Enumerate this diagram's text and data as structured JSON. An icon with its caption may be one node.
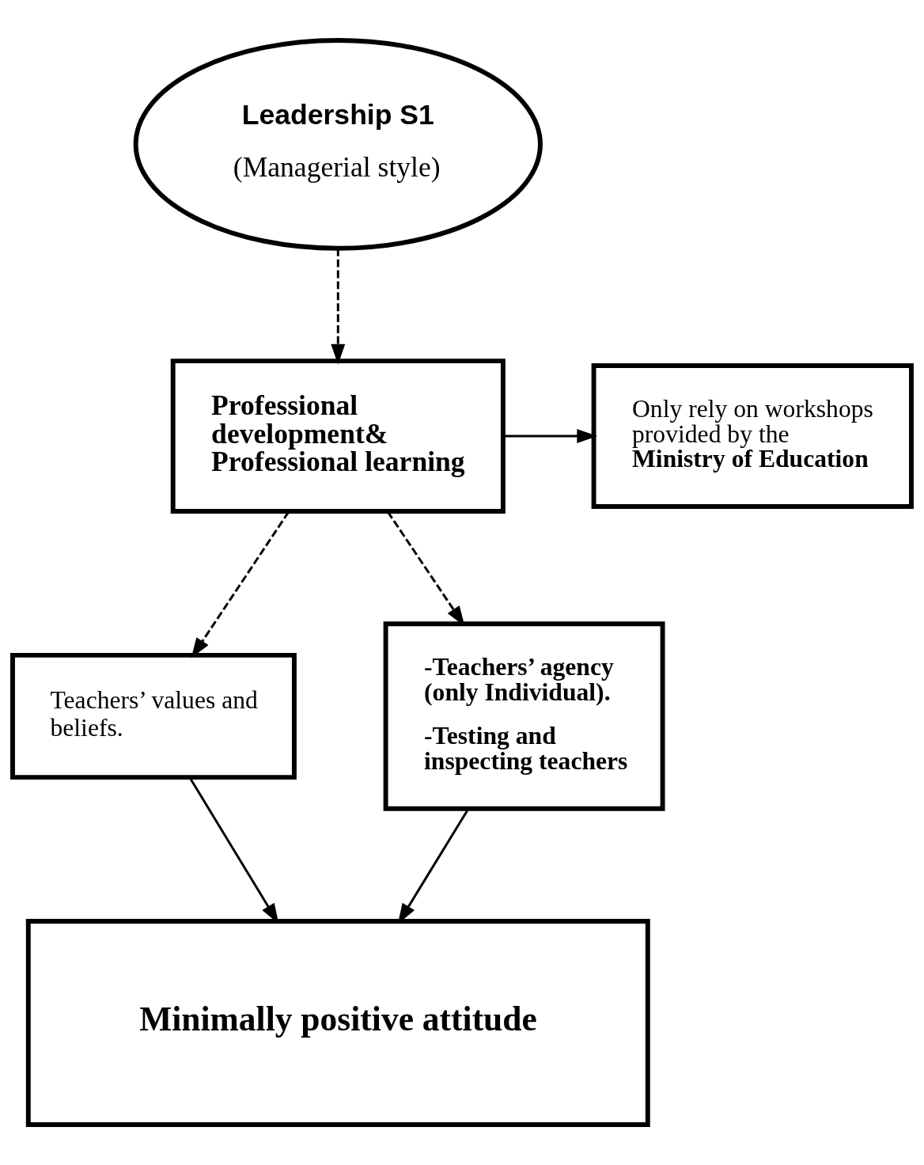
{
  "diagram": {
    "nodes": [
      {
        "text": [
          "Leadership S1",
          "(Managerial style)"
        ]
      },
      {
        "text": [
          "Professional development& Professional learning"
        ]
      },
      {
        "text": [
          "Only rely on workshops provided by the **Ministry of Education**"
        ]
      },
      {
        "text": [
          "Teachers’ values and beliefs."
        ]
      },
      {
        "text": [
          "-Teachers’ agency (only Individual).",
          "-Testing and inspecting teachers"
        ]
      },
      {
        "text": [
          "Minimally positive attitude"
        ]
      }
    ],
    "edges": [
      {
        "from": 0,
        "to": 1,
        "arrow": "to",
        "style": "dashed"
      },
      {
        "from": 1,
        "to": 2,
        "arrow": "to"
      },
      {
        "from": 1,
        "to": 3,
        "arrow": "to",
        "style": "dashed"
      },
      {
        "from": 1,
        "to": 4,
        "arrow": "to",
        "style": "dashed"
      },
      {
        "from": 3,
        "to": 5,
        "arrow": "to"
      },
      {
        "from": 4,
        "to": 5,
        "arrow": "to"
      }
    ]
  }
}
